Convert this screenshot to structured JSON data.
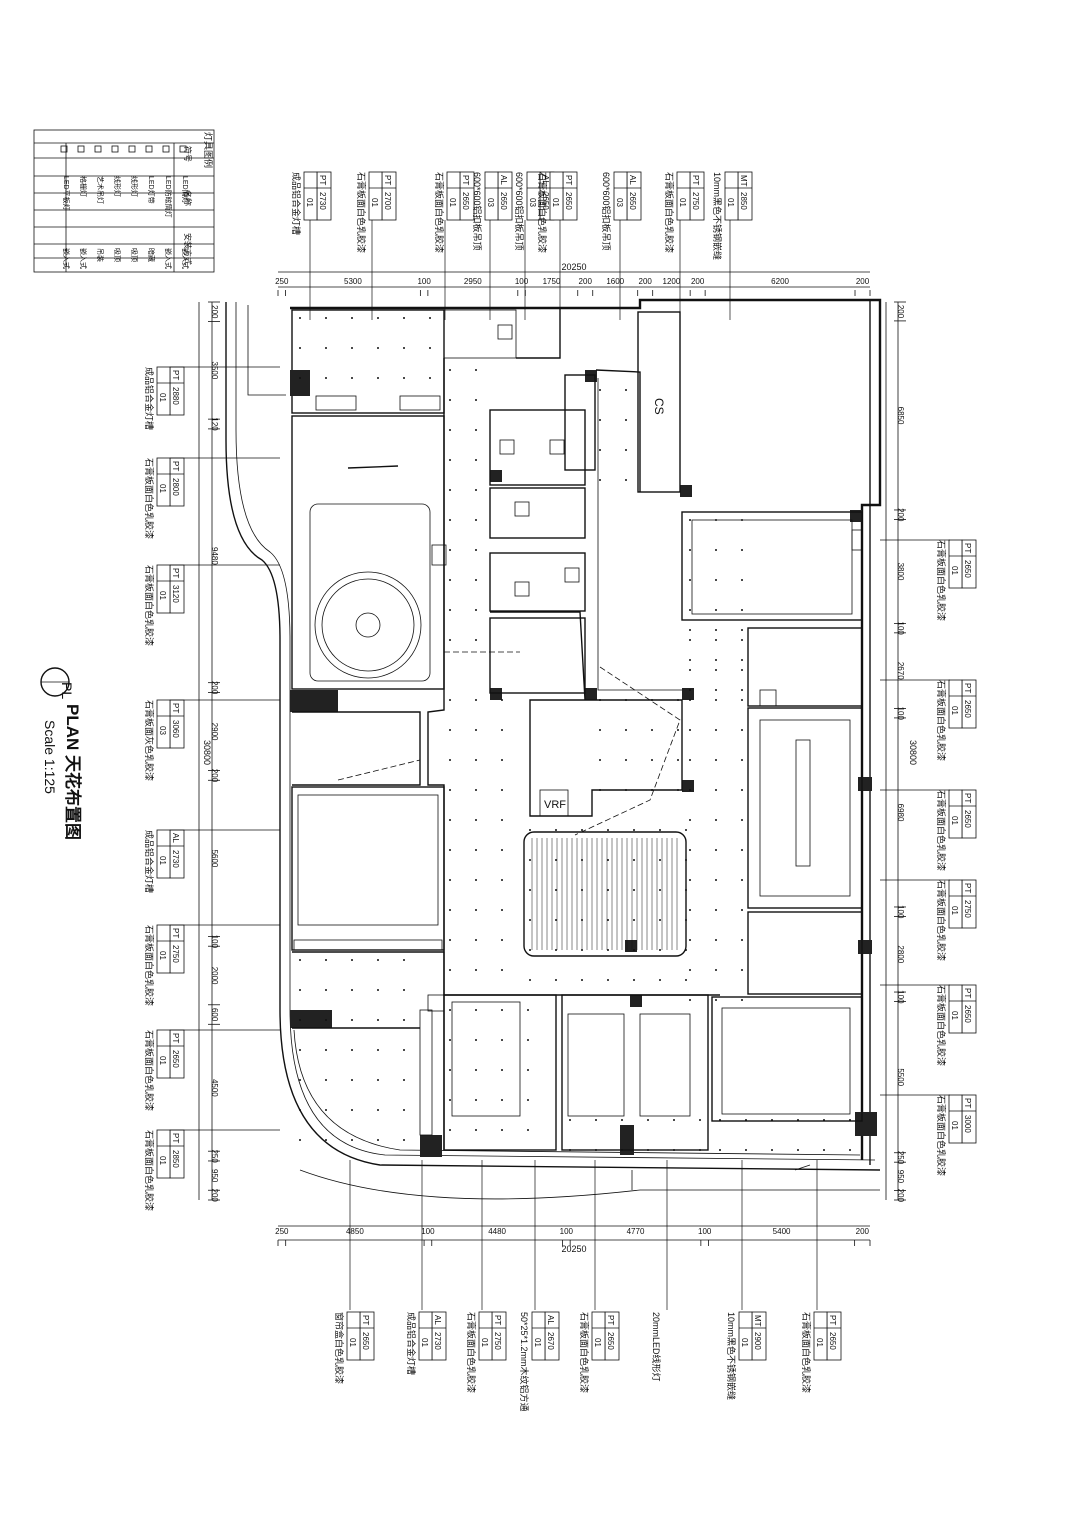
{
  "title_block": {
    "badge": "PL",
    "title": "PLAN  天花布置图",
    "scale": "Scale 1:125"
  },
  "legend": {
    "title": "灯具图例",
    "headers": [
      "符号",
      "名称",
      "安装方式"
    ],
    "rows": [
      {
        "icon": "downlight-square-icon",
        "name": "LED筒灯",
        "mount": "嵌入式"
      },
      {
        "icon": "diamond-icon",
        "name": "LED防眩筒灯",
        "mount": "嵌入式"
      },
      {
        "icon": "dot-icon",
        "name": "LED灯带",
        "mount": "暗藏"
      },
      {
        "icon": "dash-line-icon",
        "name": "线形灯",
        "mount": "吸顶"
      },
      {
        "icon": "line-icon",
        "name": "线形灯",
        "mount": "吸顶"
      },
      {
        "icon": "chandelier-icon",
        "name": "艺术吊灯",
        "mount": "吊装"
      },
      {
        "icon": "grille-icon",
        "name": "格栅灯",
        "mount": "嵌入式"
      },
      {
        "icon": "panel-icon",
        "name": "LED平板灯",
        "mount": "嵌入式"
      }
    ]
  },
  "dimensions": {
    "top_total": "20250",
    "top": [
      "250",
      "5300",
      "100",
      "2950",
      "100",
      "1750",
      "200",
      "1600",
      "200",
      "1200",
      "200",
      "6200",
      "200"
    ],
    "bottom_total": "20250",
    "bottom": [
      "250",
      "4850",
      "100",
      "4480",
      "100",
      "4770",
      "100",
      "5400",
      "200"
    ],
    "left_total": "30800",
    "left": [
      "200",
      "3500",
      "120",
      "9480",
      "200",
      "2900",
      "200",
      "5600",
      "100",
      "2000",
      "600",
      "4500",
      "250",
      "950",
      "200"
    ],
    "right_total": "30800",
    "right": [
      "200",
      "6850",
      "200",
      "3800",
      "100",
      "2670",
      "100",
      "6980",
      "100",
      "2800",
      "100",
      "5500",
      "250",
      "950",
      "200"
    ]
  },
  "room_labels": {
    "cs": "CS",
    "vrf": "VRF"
  },
  "tags": {
    "top": [
      {
        "ch": "2730",
        "code": "PT",
        "num": "01",
        "desc": "成品铝合金灯槽"
      },
      {
        "ch": "2700",
        "code": "PT",
        "num": "01",
        "desc": "石膏板面白色乳胶漆"
      },
      {
        "ch": "2650",
        "code": "PT",
        "num": "01",
        "desc": "石膏板面白色乳胶漆"
      },
      {
        "ch": "2650",
        "code": "AL",
        "num": "03",
        "desc": "600*600铝扣板吊顶"
      },
      {
        "ch": "2650",
        "code": "AL",
        "num": "03",
        "desc": "600*600铝扣板吊顶"
      },
      {
        "ch": "2650",
        "code": "PT",
        "num": "01",
        "desc": "石膏板面白色乳胶漆"
      },
      {
        "ch": "2650",
        "code": "AL",
        "num": "03",
        "desc": "600*600铝扣板吊顶"
      },
      {
        "ch": "2750",
        "code": "PT",
        "num": "01",
        "desc": "石膏板面白色乳胶漆"
      },
      {
        "ch": "2850",
        "code": "MT",
        "num": "01",
        "desc": "10mm黑色不锈钢嵌缝"
      }
    ],
    "left": [
      {
        "ch": "2880",
        "code": "PT",
        "num": "01",
        "desc": "成品铝合金灯槽"
      },
      {
        "ch": "2800",
        "code": "PT",
        "num": "01",
        "desc": "石膏板面白色乳胶漆"
      },
      {
        "ch": "3120",
        "code": "PT",
        "num": "01",
        "desc": "石膏板面白色乳胶漆"
      },
      {
        "ch": "3060",
        "code": "PT",
        "num": "03",
        "desc": "石膏板面灰色乳胶漆"
      },
      {
        "ch": "2730",
        "code": "AL",
        "num": "01",
        "desc": "成品铝合金灯槽"
      },
      {
        "ch": "2750",
        "code": "PT",
        "num": "01",
        "desc": "石膏板面白色乳胶漆"
      },
      {
        "ch": "2650",
        "code": "PT",
        "num": "01",
        "desc": "石膏板面白色乳胶漆"
      },
      {
        "ch": "2850",
        "code": "PT",
        "num": "01",
        "desc": "石膏板面白色乳胶漆"
      }
    ],
    "right": [
      {
        "ch": "2650",
        "code": "PT",
        "num": "01",
        "desc": "石膏板面白色乳胶漆"
      },
      {
        "ch": "2650",
        "code": "PT",
        "num": "01",
        "desc": "石膏板面白色乳胶漆"
      },
      {
        "ch": "2650",
        "code": "PT",
        "num": "01",
        "desc": "石膏板面白色乳胶漆"
      },
      {
        "ch": "2750",
        "code": "PT",
        "num": "01",
        "desc": "石膏板面白色乳胶漆"
      },
      {
        "ch": "2650",
        "code": "PT",
        "num": "01",
        "desc": "石膏板面白色乳胶漆"
      },
      {
        "ch": "3000",
        "code": "PT",
        "num": "01",
        "desc": "石膏板面白色乳胶漆"
      }
    ],
    "bottom": [
      {
        "ch": "2650",
        "code": "PT",
        "num": "01",
        "desc": "窗帘盒白色乳胶漆"
      },
      {
        "ch": "2730",
        "code": "AL",
        "num": "01",
        "desc": "成品铝合金灯槽"
      },
      {
        "ch": "2750",
        "code": "PT",
        "num": "01",
        "desc": "石膏板面白色乳胶漆"
      },
      {
        "ch": "2670",
        "code": "AL",
        "num": "01",
        "desc": "50*25*1.2mm木纹铝方通"
      },
      {
        "ch": "2650",
        "code": "PT",
        "num": "01",
        "desc": "石膏板面白色乳胶漆"
      },
      {
        "ch": "",
        "code": "",
        "num": "",
        "desc": "20mmLED线形灯"
      },
      {
        "ch": "2900",
        "code": "MT",
        "num": "01",
        "desc": "10mm黑色不锈钢嵌缝"
      },
      {
        "ch": "2650",
        "code": "PT",
        "num": "01",
        "desc": "石膏板面白色乳胶漆"
      }
    ]
  }
}
